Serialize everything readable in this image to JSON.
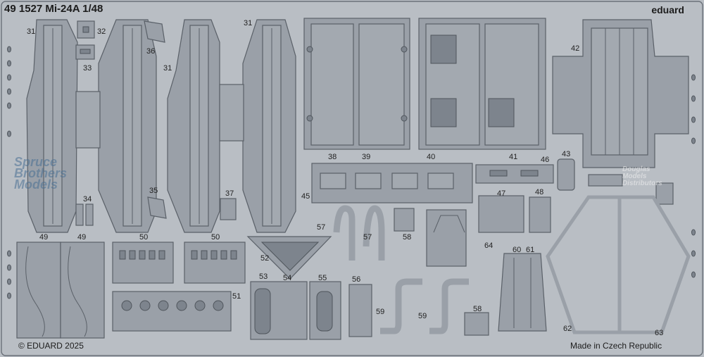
{
  "sheet": {
    "title": "49 1527 Mi-24A 1/48",
    "brand": "eduard",
    "copyright": "© EDUARD 2025",
    "origin": "Made in Czech Republic"
  },
  "watermarks": {
    "left_lines": [
      "Spruce",
      "Brothers",
      "Models"
    ],
    "right_lines": [
      "Douglas",
      "Models",
      "Distributors"
    ]
  },
  "part_numbers": [
    "31",
    "31",
    "31",
    "32",
    "33",
    "34",
    "35",
    "36",
    "37",
    "38",
    "39",
    "40",
    "41",
    "42",
    "43",
    "45",
    "46",
    "47",
    "48",
    "49",
    "49",
    "50",
    "50",
    "51",
    "52",
    "53",
    "54",
    "55",
    "56",
    "57",
    "57",
    "58",
    "58",
    "59",
    "59",
    "60",
    "61",
    "62",
    "63",
    "64"
  ],
  "colors": {
    "background": "#b9bec4",
    "metal": "#9aa0a8",
    "outline": "#5a6068"
  }
}
